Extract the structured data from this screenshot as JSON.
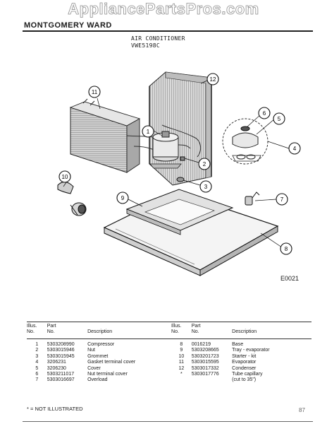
{
  "watermark": "AppliancePartsPros.com",
  "brand": "MONTGOMERY WARD",
  "header": {
    "title": "AIR CONDITIONER",
    "model": "VWE5198C"
  },
  "drawing_code": "E0021",
  "callouts": [
    "1",
    "2",
    "3",
    "4",
    "5",
    "6",
    "7",
    "8",
    "9",
    "10",
    "11",
    "12"
  ],
  "table": {
    "headers": {
      "illus_line1": "Illus.",
      "illus_line2": "No.",
      "part_line1": "Part",
      "part_line2": "No.",
      "description": "Description"
    },
    "left_rows": [
      {
        "illus": "1",
        "part": "5303208990",
        "desc": "Compressor"
      },
      {
        "illus": "2",
        "part": "5303015946",
        "desc": "Nut"
      },
      {
        "illus": "3",
        "part": "5303015945",
        "desc": "Grommet"
      },
      {
        "illus": "4",
        "part": "3206231",
        "desc": "Gasket terminal cover"
      },
      {
        "illus": "5",
        "part": "3206230",
        "desc": "Cover"
      },
      {
        "illus": "6",
        "part": "5303211017",
        "desc": "Nut terminal cover"
      },
      {
        "illus": "7",
        "part": "5303016697",
        "desc": "Overload"
      }
    ],
    "right_rows": [
      {
        "illus": "8",
        "part": "0016219",
        "desc": "Base"
      },
      {
        "illus": "9",
        "part": "5303208665",
        "desc": "Tray - evaporator"
      },
      {
        "illus": "10",
        "part": "5303201723",
        "desc": "Starter - kit"
      },
      {
        "illus": "11",
        "part": "5303015595",
        "desc": "Evaporator"
      },
      {
        "illus": "12",
        "part": "5303017332",
        "desc": "Condenser"
      },
      {
        "illus": "*",
        "part": "5303017776",
        "desc": "Tube capillary"
      },
      {
        "illus": "",
        "part": "",
        "desc": "(cut to 35\")"
      }
    ]
  },
  "footnote": "* = NOT ILLUSTRATED",
  "page_mark": "87"
}
